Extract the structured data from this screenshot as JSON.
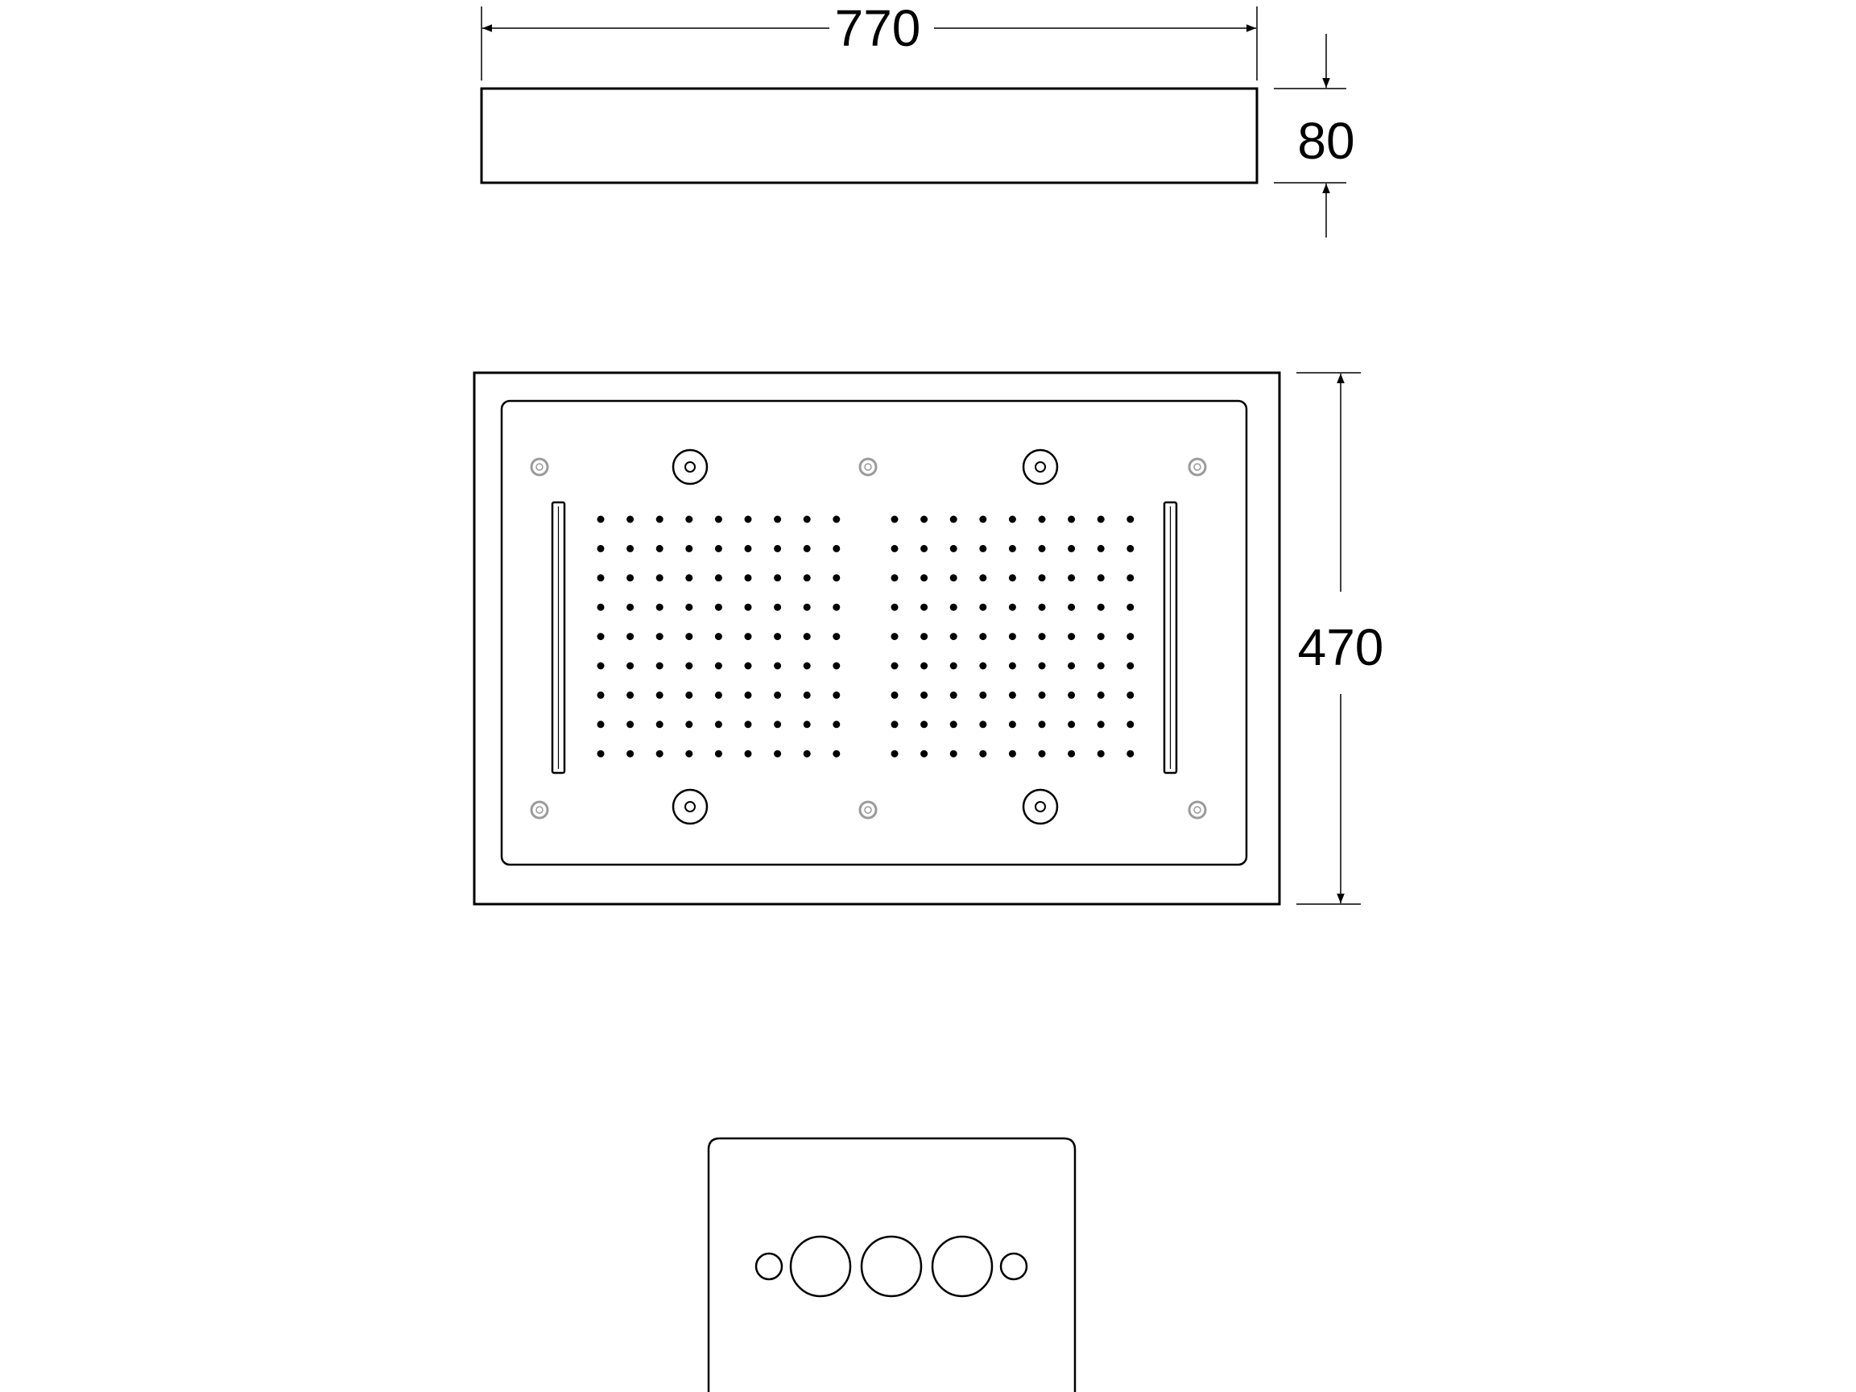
{
  "dimensions": {
    "width": "770",
    "height": "80",
    "depth": "470"
  },
  "colors": {
    "line": "#000000",
    "led_dot": "#9a9a9a",
    "background": "#ffffff"
  },
  "shower_head": {
    "nozzle_grid_left": {
      "rows": 9,
      "cols": 9
    },
    "nozzle_grid_right": {
      "rows": 9,
      "cols": 9
    },
    "jet_outlets": 4,
    "led_lights": 6,
    "waterfall_slots": 2
  },
  "control_plate": {
    "large_buttons": 3,
    "small_buttons": 2
  },
  "icons": {
    "jet_outlet": "concentric-circle-icon",
    "led_light": "small-circle-icon"
  }
}
